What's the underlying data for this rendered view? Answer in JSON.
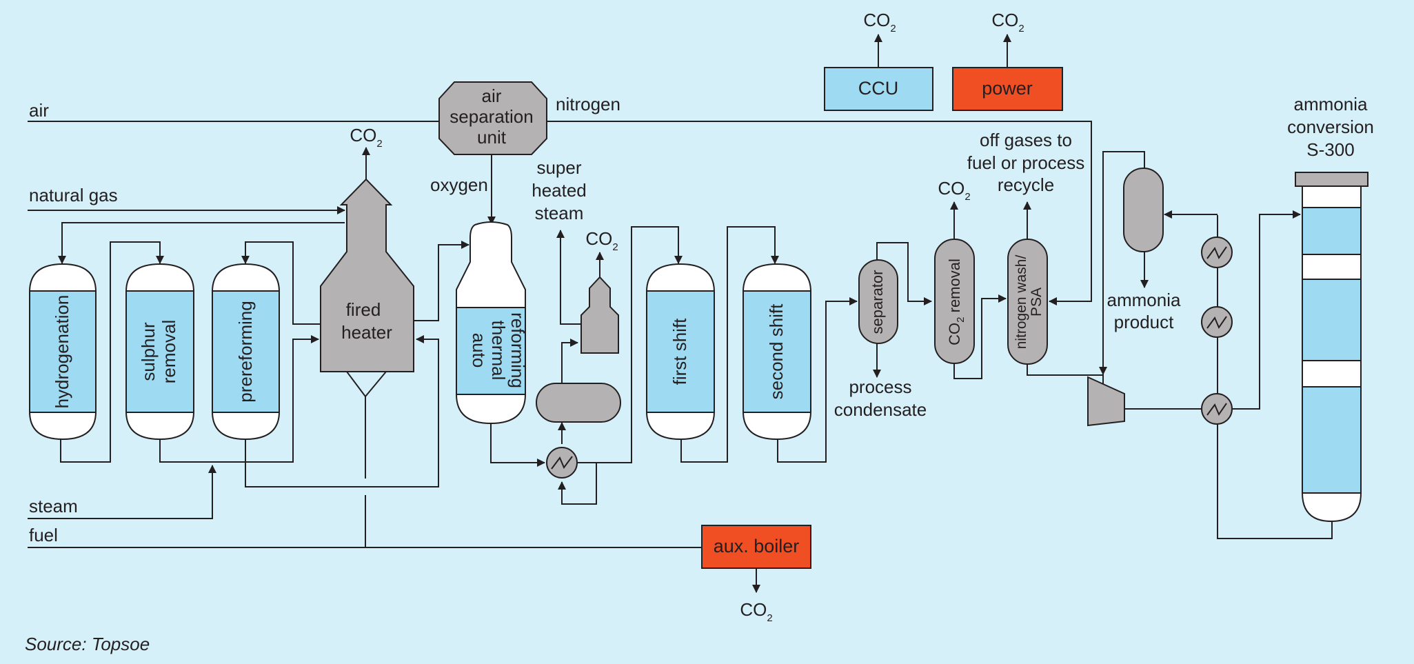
{
  "colors": {
    "background": "#d6f0f9",
    "vessel_fill": "#9edbf3",
    "equipment_grey": "#b4b2b3",
    "emission_red": "#f04e23",
    "line": "#231f20"
  },
  "labels": {
    "air": "air",
    "nitrogen": "nitrogen",
    "oxygen": "oxygen",
    "natural_gas": "natural gas",
    "steam": "steam",
    "fuel": "fuel",
    "superheated_steam": [
      "super",
      "heated",
      "steam"
    ],
    "process_condensate": [
      "process",
      "condensate"
    ],
    "off_gases": [
      "off gases to",
      "fuel or process",
      "recycle"
    ],
    "ammonia_product": [
      "ammonia",
      "product"
    ],
    "ammonia_conversion": [
      "ammonia",
      "conversion",
      "S-300"
    ],
    "source": "Source: Topsoe"
  },
  "co2": {
    "base": "CO",
    "subscript": "2"
  },
  "equipment": {
    "asu": [
      "air",
      "separation",
      "unit"
    ],
    "hydrogenation": "hydrogenation",
    "sulphur_removal": [
      "sulphur",
      "removal"
    ],
    "prereforming": "prereforming",
    "fired_heater": [
      "fired",
      "heater"
    ],
    "atr": [
      "auto",
      "thermal",
      "reforming"
    ],
    "first_shift": "first shift",
    "second_shift": "second shift",
    "separator": "separator",
    "co2_removal": {
      "base": "CO",
      "subscript": "2",
      "rest": " removal"
    },
    "nitrogen_wash": [
      "nitrogen wash/",
      "PSA"
    ],
    "ccu": "CCU",
    "power": "power",
    "aux_boiler": "aux. boiler"
  }
}
